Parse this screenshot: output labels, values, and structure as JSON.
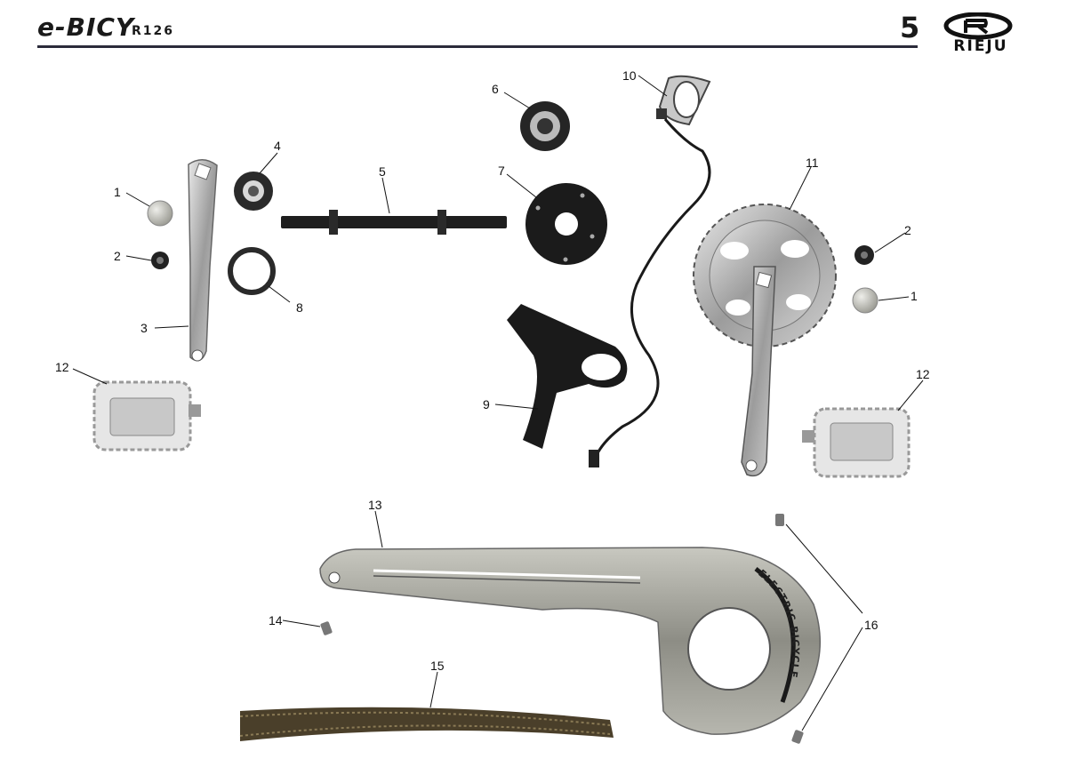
{
  "header": {
    "title": "e-BICY",
    "model": "R126",
    "page_number": "5",
    "brand": "RIEJU"
  },
  "callouts": [
    "1",
    "2",
    "3",
    "4",
    "5",
    "6",
    "7",
    "8",
    "9",
    "10",
    "11",
    "12",
    "2",
    "1",
    "12",
    "13",
    "14",
    "15",
    "16"
  ],
  "chain_cover_text": "ELECTRIC BICYCLE"
}
